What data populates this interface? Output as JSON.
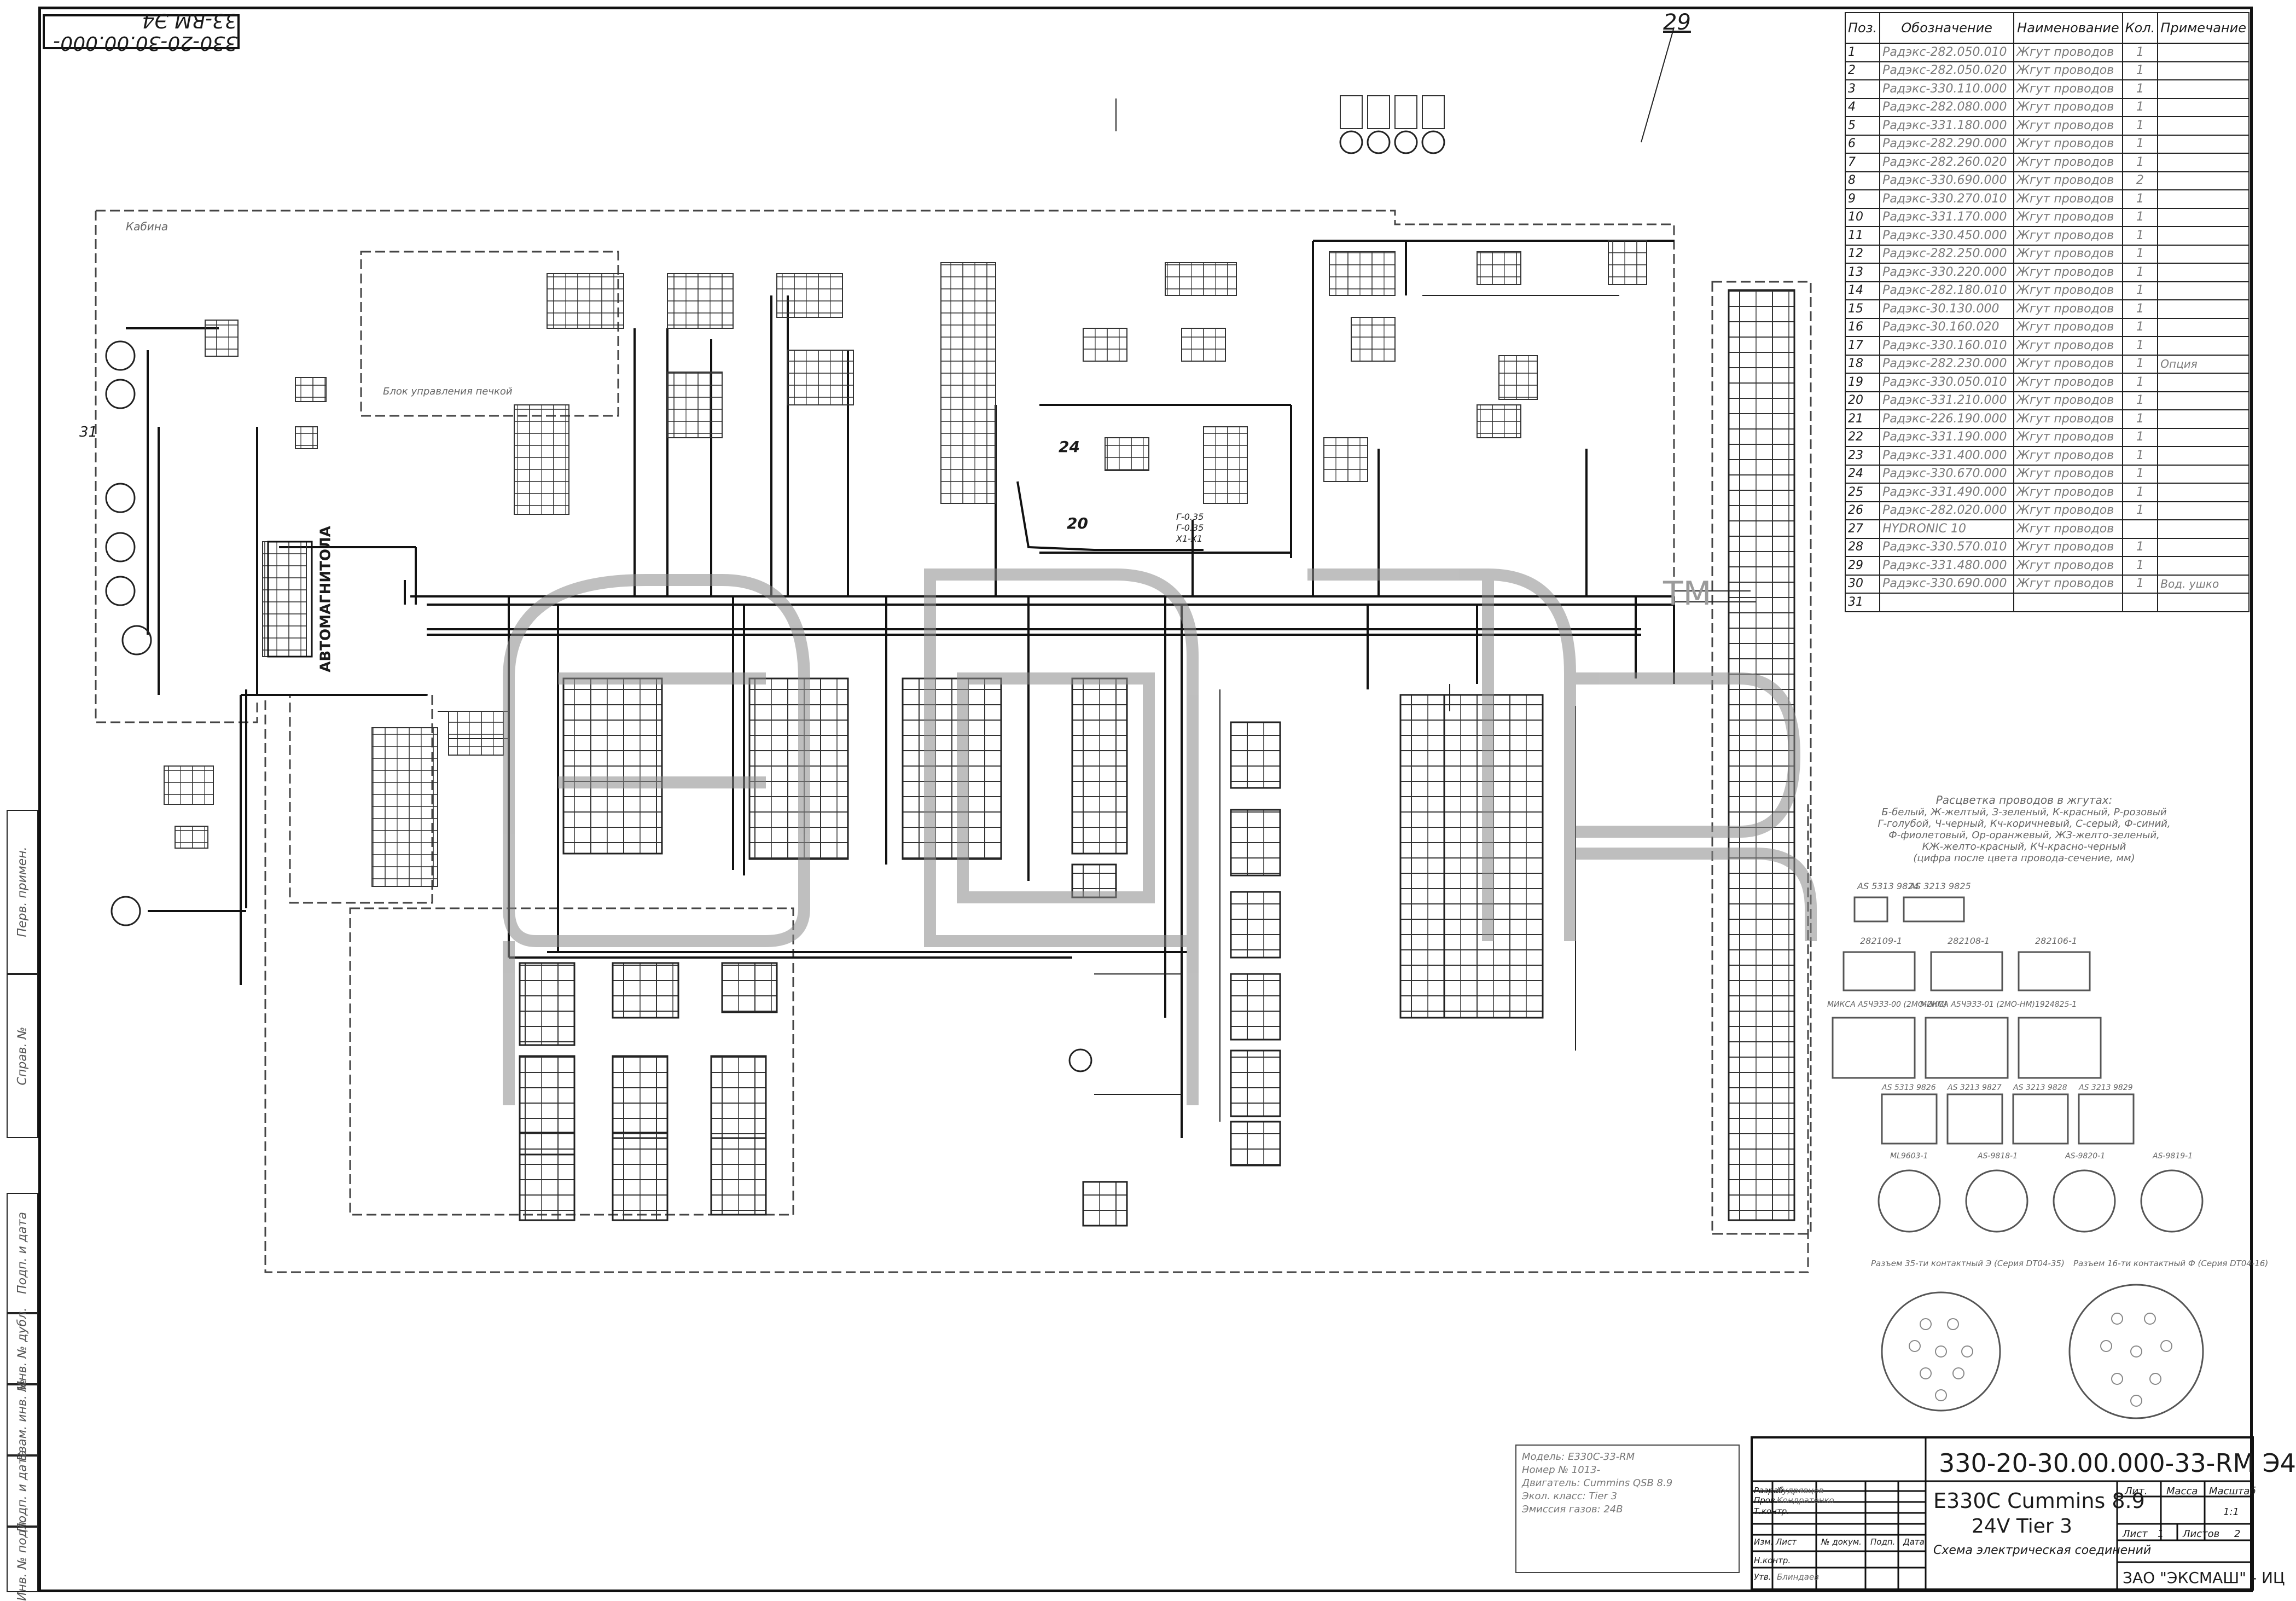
{
  "doc": {
    "stamp_code": "330-20-30.00.000-33-RM Э4",
    "callout_29": "29",
    "callout_31": "31",
    "callout_24": "24",
    "callout_20": "20"
  },
  "spec_table": {
    "headers": [
      "Поз.",
      "Обозначение",
      "Наименование",
      "Кол.",
      "Примечание"
    ],
    "rows": [
      {
        "pos": "1",
        "des": "Радэкс-282.050.010",
        "name": "Жгут проводов",
        "qty": "1",
        "note": ""
      },
      {
        "pos": "2",
        "des": "Радэкс-282.050.020",
        "name": "Жгут проводов",
        "qty": "1",
        "note": ""
      },
      {
        "pos": "3",
        "des": "Радэкс-330.110.000",
        "name": "Жгут проводов",
        "qty": "1",
        "note": ""
      },
      {
        "pos": "4",
        "des": "Радэкс-282.080.000",
        "name": "Жгут проводов",
        "qty": "1",
        "note": ""
      },
      {
        "pos": "5",
        "des": "Радэкс-331.180.000",
        "name": "Жгут проводов",
        "qty": "1",
        "note": ""
      },
      {
        "pos": "6",
        "des": "Радэкс-282.290.000",
        "name": "Жгут проводов",
        "qty": "1",
        "note": ""
      },
      {
        "pos": "7",
        "des": "Радэкс-282.260.020",
        "name": "Жгут проводов",
        "qty": "1",
        "note": ""
      },
      {
        "pos": "8",
        "des": "Радэкс-330.690.000",
        "name": "Жгут проводов",
        "qty": "2",
        "note": ""
      },
      {
        "pos": "9",
        "des": "Радэкс-330.270.010",
        "name": "Жгут проводов",
        "qty": "1",
        "note": ""
      },
      {
        "pos": "10",
        "des": "Радэкс-331.170.000",
        "name": "Жгут проводов",
        "qty": "1",
        "note": ""
      },
      {
        "pos": "11",
        "des": "Радэкс-330.450.000",
        "name": "Жгут проводов",
        "qty": "1",
        "note": ""
      },
      {
        "pos": "12",
        "des": "Радэкс-282.250.000",
        "name": "Жгут проводов",
        "qty": "1",
        "note": ""
      },
      {
        "pos": "13",
        "des": "Радэкс-330.220.000",
        "name": "Жгут проводов",
        "qty": "1",
        "note": ""
      },
      {
        "pos": "14",
        "des": "Радэкс-282.180.010",
        "name": "Жгут проводов",
        "qty": "1",
        "note": ""
      },
      {
        "pos": "15",
        "des": "Радэкс-30.130.000",
        "name": "Жгут проводов",
        "qty": "1",
        "note": ""
      },
      {
        "pos": "16",
        "des": "Радэкс-30.160.020",
        "name": "Жгут проводов",
        "qty": "1",
        "note": ""
      },
      {
        "pos": "17",
        "des": "Радэкс-330.160.010",
        "name": "Жгут проводов",
        "qty": "1",
        "note": ""
      },
      {
        "pos": "18",
        "des": "Радэкс-282.230.000",
        "name": "Жгут проводов",
        "qty": "1",
        "note": "Опция"
      },
      {
        "pos": "19",
        "des": "Радэкс-330.050.010",
        "name": "Жгут проводов",
        "qty": "1",
        "note": ""
      },
      {
        "pos": "20",
        "des": "Радэкс-331.210.000",
        "name": "Жгут проводов",
        "qty": "1",
        "note": ""
      },
      {
        "pos": "21",
        "des": "Радэкс-226.190.000",
        "name": "Жгут проводов",
        "qty": "1",
        "note": ""
      },
      {
        "pos": "22",
        "des": "Радэкс-331.190.000",
        "name": "Жгут проводов",
        "qty": "1",
        "note": ""
      },
      {
        "pos": "23",
        "des": "Радэкс-331.400.000",
        "name": "Жгут проводов",
        "qty": "1",
        "note": ""
      },
      {
        "pos": "24",
        "des": "Радэкс-330.670.000",
        "name": "Жгут проводов",
        "qty": "1",
        "note": ""
      },
      {
        "pos": "25",
        "des": "Радэкс-331.490.000",
        "name": "Жгут проводов",
        "qty": "1",
        "note": ""
      },
      {
        "pos": "26",
        "des": "Радэкс-282.020.000",
        "name": "Жгут проводов",
        "qty": "1",
        "note": ""
      },
      {
        "pos": "27",
        "des": "HYDRONIC 10",
        "name": "Жгут проводов",
        "qty": "",
        "note": ""
      },
      {
        "pos": "28",
        "des": "Радэкс-330.570.010",
        "name": "Жгут проводов",
        "qty": "1",
        "note": ""
      },
      {
        "pos": "29",
        "des": "Радэкс-331.480.000",
        "name": "Жгут проводов",
        "qty": "1",
        "note": ""
      },
      {
        "pos": "30",
        "des": "Радэкс-330.690.000",
        "name": "Жгут проводов",
        "qty": "1",
        "note": "Вод. ушко"
      },
      {
        "pos": "31",
        "des": "",
        "name": "",
        "qty": "",
        "note": ""
      }
    ]
  },
  "diagram": {
    "automagnitola_label": "АВТОМАГНИТОЛА",
    "cab_label": "Кабина",
    "heater_label": "Блок управления печкой",
    "wire_legend": [
      "Расцветка проводов в жгутах:",
      "Б-белый, Ж-желтый, З-зеленый, К-красный, Р-розовый",
      "Г-голубой, Ч-черный, Кч-коричневый, С-серый, Ф-синий,",
      "Ф-фиолетовый, Ор-оранжевый, ЖЗ-желто-зеленый,",
      "КЖ-желто-красный, КЧ-красно-черный",
      "(цифра после цвета провода-сечение, мм)"
    ],
    "connector_labels": [
      "AS 5313 9824",
      "AS 3213 9825",
      "282109-1",
      "282108-1",
      "282106-1",
      "МИКСА А5ЧЭЗЗ-00 (2МО-2НМ)",
      "МИКСА А5ЧЭЗЗ-01 (2МО-НМ)",
      "1924825-1",
      "AS 5313 9826",
      "AS 3213 9827",
      "AS 3213 9828",
      "AS 3213 9829",
      "ML9603-1",
      "AS-9818-1",
      "AS-9820-1",
      "AS-9819-1",
      "Разъем 35-ти контактный Э (Серия DT04-35)",
      "Разъем 16-ти контактный Ф (Серия DT04-16)"
    ],
    "small_labels": [
      "Г-0.35",
      "Г-0.35",
      "Х1-Х1"
    ]
  },
  "notes_box": [
    "Модель: Е330С-33-RM",
    "Номер № 1013-",
    "Двигатель: Cummins QSB 8.9",
    "Экол. класс: Tier 3",
    "Эмиссия газов: 24В"
  ],
  "title_block": {
    "code": "330-20-30.00.000-33-RM Э4",
    "name_line1": "Е330С Cummins 8.9",
    "name_line2": "24V Tier 3",
    "name_line3": "Схема электрическая соединений",
    "col_izm": "Изм.",
    "col_list": "Лист",
    "col_doc": "№ докум.",
    "col_sign": "Подп.",
    "col_date": "Дата",
    "role_razrab": "Разраб.",
    "role_prov": "Пров.",
    "role_tkontr": "Т.контр.",
    "role_nkontr": "Н.контр.",
    "role_utv": "Утв.",
    "name_razrab": "Кудрявцев",
    "name_prov": "Кондратенко",
    "name_utv": "Блиндаев",
    "lit_label": "Лит.",
    "mass_label": "Масса",
    "scale_label": "Масштаб",
    "scale_value": "1:1",
    "sheet_label": "Лист",
    "sheet_value": "1",
    "sheets_label": "Листов",
    "sheets_value": "2",
    "company": "ЗАО \"ЭКСМАШ\" - ИЦ"
  },
  "side_strip": [
    "Перв. примен.",
    "Справ. №",
    "Подп. и дата",
    "Инв. № дубл.",
    "Взам. инв. №",
    "Подп. и дата",
    "Инв. № подл."
  ],
  "watermark": "АГР",
  "watermark_tm": "TM"
}
